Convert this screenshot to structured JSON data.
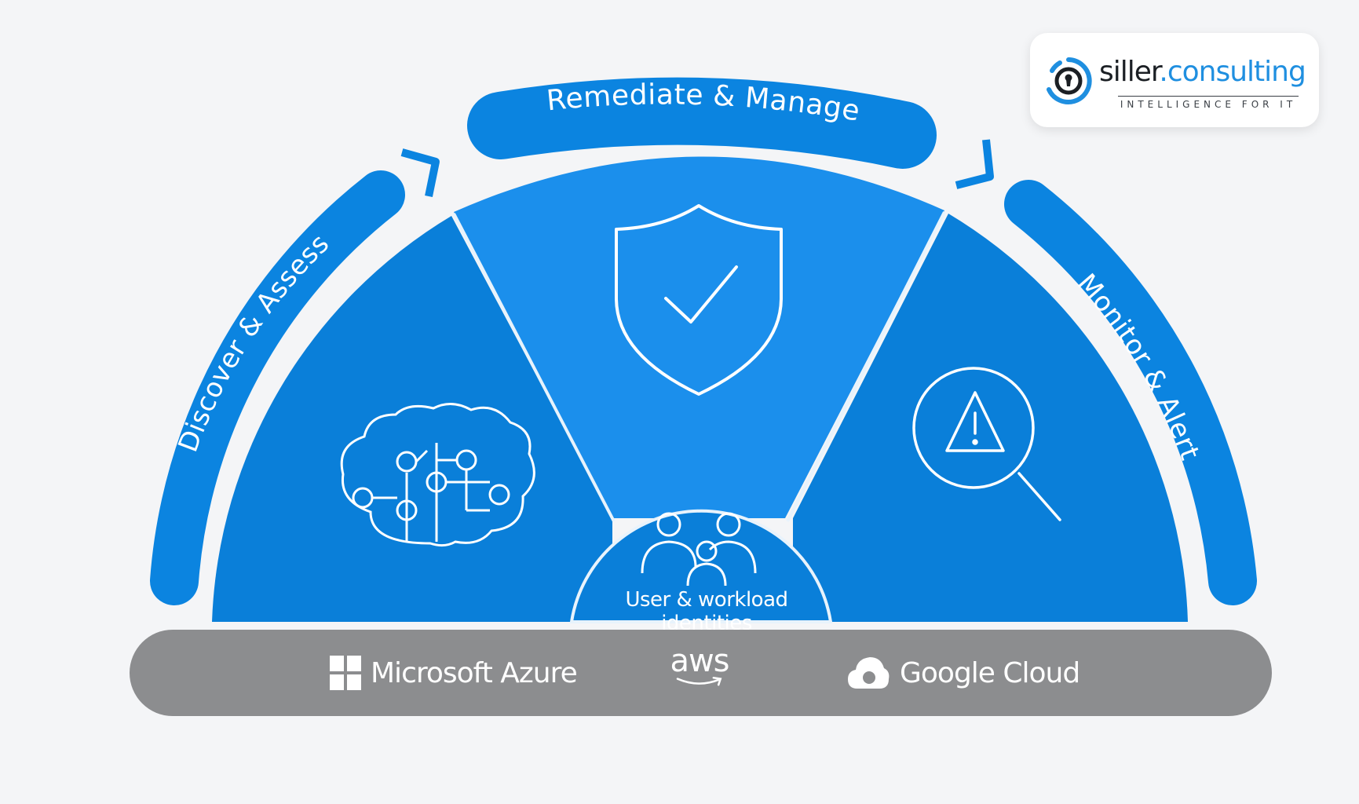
{
  "diagram": {
    "phases": {
      "discover": "Discover & Assess",
      "remediate": "Remediate & Manage",
      "monitor": "Monitor & Alert"
    },
    "center": "User & workload identities",
    "providers": {
      "azure": "Microsoft Azure",
      "aws": "aws",
      "google": "Google Cloud"
    }
  },
  "logo": {
    "name_part1": "siller",
    "name_part2": ".consulting",
    "tagline": "INTELLIGENCE FOR IT"
  },
  "colors": {
    "background": "#f4f5f7",
    "segment_side": "#0a7fd9",
    "segment_center": "#1b8fec",
    "band": "#0b84e0",
    "base_bar": "#8c8d8f",
    "logo_accent": "#1f8fe0"
  },
  "icons": {
    "discover": "brain-circuit-icon",
    "remediate": "shield-check-icon",
    "monitor": "magnifier-warning-icon",
    "center": "users-group-icon",
    "azure": "windows-grid-icon",
    "aws": "amazon-smile-icon",
    "google": "cloud-icon"
  }
}
